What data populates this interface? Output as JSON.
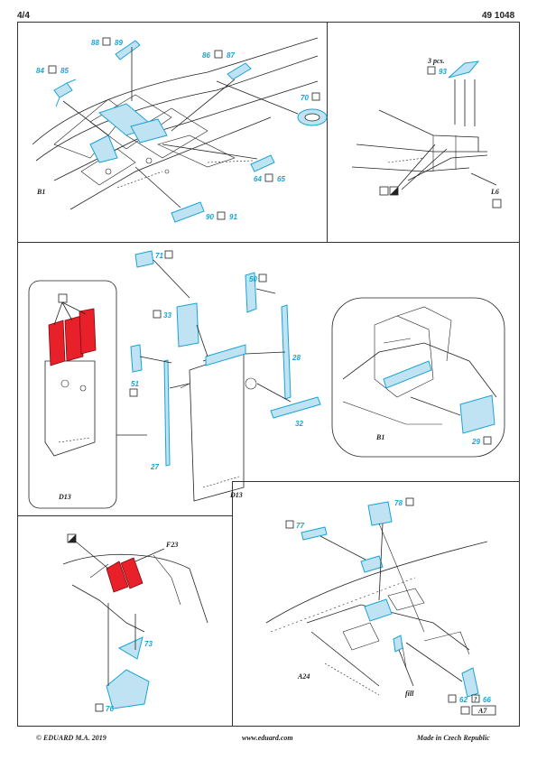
{
  "header": {
    "page": "4/4",
    "code": "49 1048"
  },
  "footer": {
    "copyright": "© EDUARD  M.A. 2019",
    "url": "www.eduard.com",
    "origin": "Made in Czech Republic"
  },
  "panel_top_left": {
    "parts": {
      "p88": "88",
      "p89": "89",
      "p84": "84",
      "p85": "85",
      "p86": "86",
      "p87": "87",
      "p70": "70",
      "p64": "64",
      "p65": "65",
      "p90": "90",
      "p91": "91"
    },
    "label": "B1"
  },
  "panel_top_right": {
    "qty": "3 pcs.",
    "part": "93",
    "label": "L6"
  },
  "panel_middle": {
    "parts": {
      "p71": "71",
      "p50": "50",
      "p33": "33",
      "p28": "28",
      "p51": "51",
      "p32": "32",
      "p27": "27",
      "p29": "29"
    },
    "label_main": "D13",
    "label_inset": "D13",
    "label_circle": "B1"
  },
  "panel_bottom_left": {
    "label": "F23",
    "parts": {
      "p73": "73",
      "p76": "76"
    }
  },
  "panel_bottom_right": {
    "parts": {
      "p77": "77",
      "p78": "78",
      "p62": "62",
      "p66": "66"
    },
    "label": "A24",
    "note": "fill",
    "color_code": "A7",
    "question": "?"
  },
  "colors": {
    "etch_fill": "#bfe3f2",
    "etch_line": "#1aa3d6",
    "red": "#e8202a",
    "ink": "#222222"
  }
}
